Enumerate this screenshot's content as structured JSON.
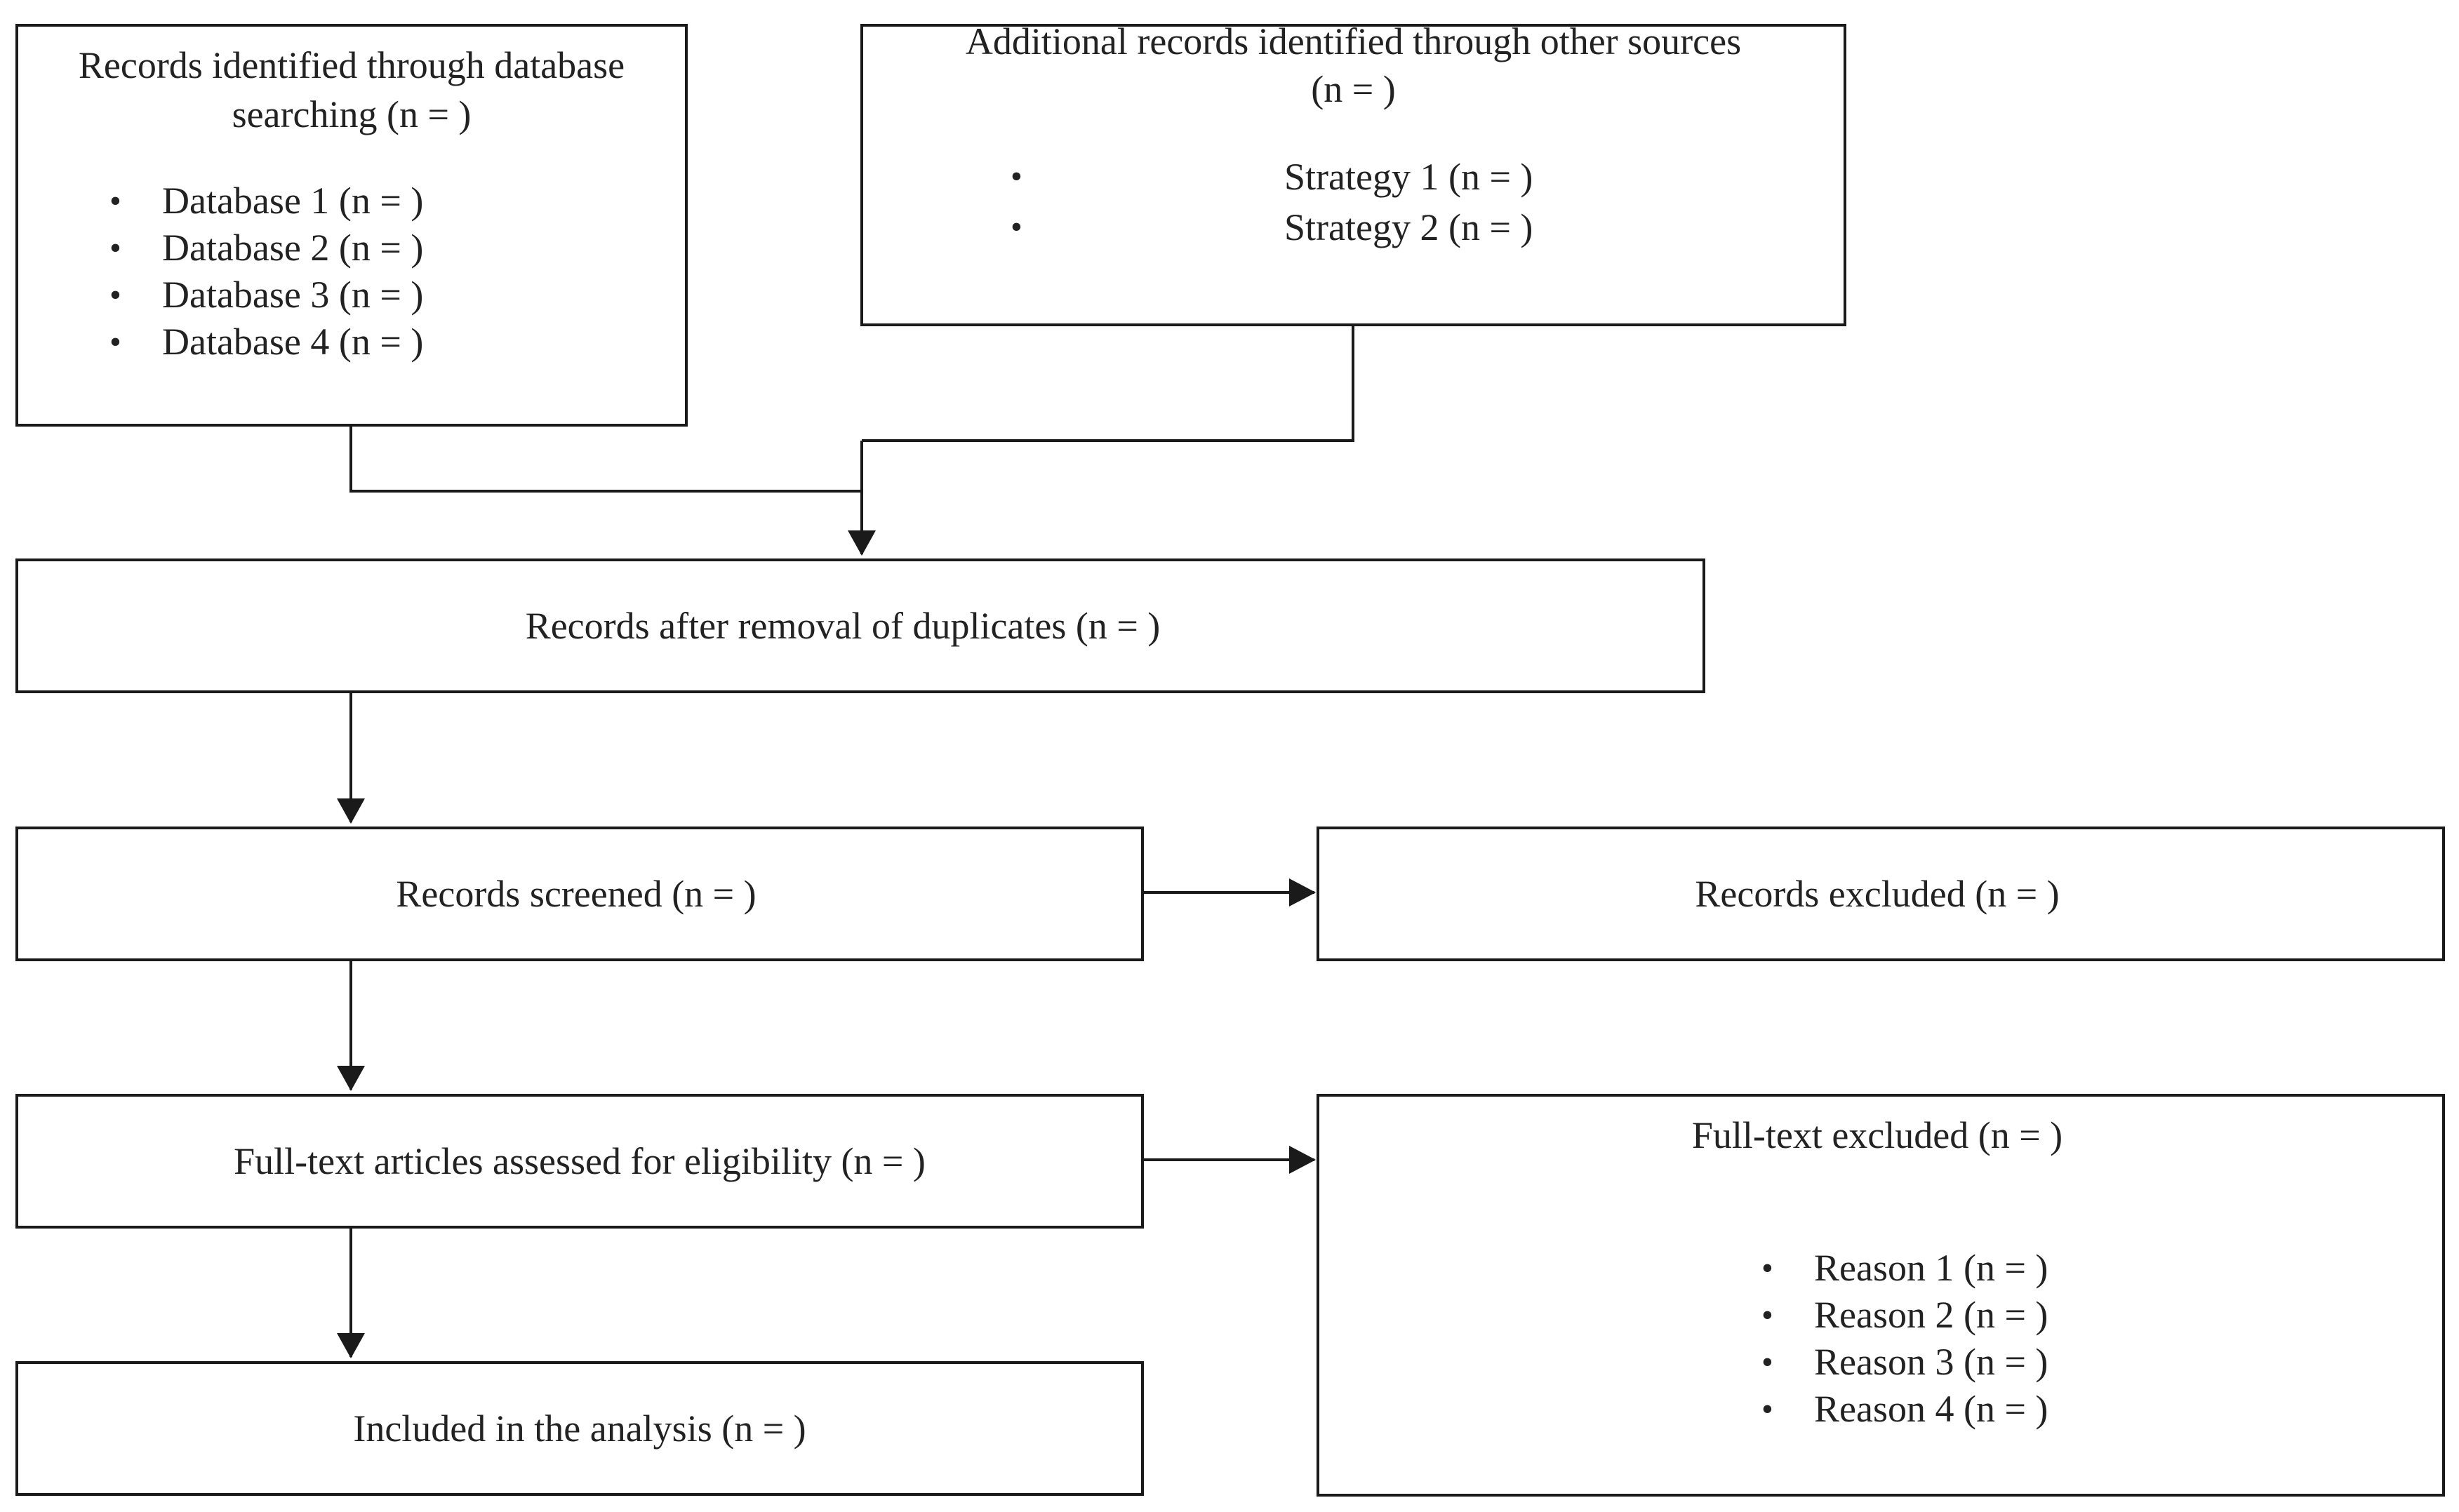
{
  "identification": {
    "database_box": {
      "title": "Records identified through database searching (n = )",
      "title_line1": "Records identified through database",
      "title_line2": "searching (n = )",
      "items": [
        "Database 1 (n = )",
        "Database 2 (n = )",
        "Database 3 (n = )",
        "Database 4 (n = )"
      ]
    },
    "other_sources_box": {
      "title_line1": "Additional records identified through other sources",
      "title_line2": "(n = )",
      "items": [
        "Strategy 1 (n = )",
        "Strategy 2 (n = )"
      ]
    }
  },
  "after_duplicates": {
    "label": "Records after removal of duplicates (n = )"
  },
  "screening": {
    "screened": {
      "label": "Records screened (n = )"
    },
    "excluded": {
      "label": "Records excluded (n = )"
    }
  },
  "eligibility": {
    "assessed": {
      "label": "Full-text articles assessed for eligibility (n = )"
    },
    "fulltext_excluded": {
      "title": "Full-text excluded (n = )",
      "reasons": [
        "Reason 1 (n = )",
        "Reason 2 (n = )",
        "Reason 3 (n = )",
        "Reason 4 (n = )"
      ]
    }
  },
  "included": {
    "label": "Included in the analysis (n = )"
  },
  "bullet_glyph": "•",
  "colors": {
    "line": "#1a1a1a",
    "text": "#222222",
    "background": "#ffffff"
  }
}
